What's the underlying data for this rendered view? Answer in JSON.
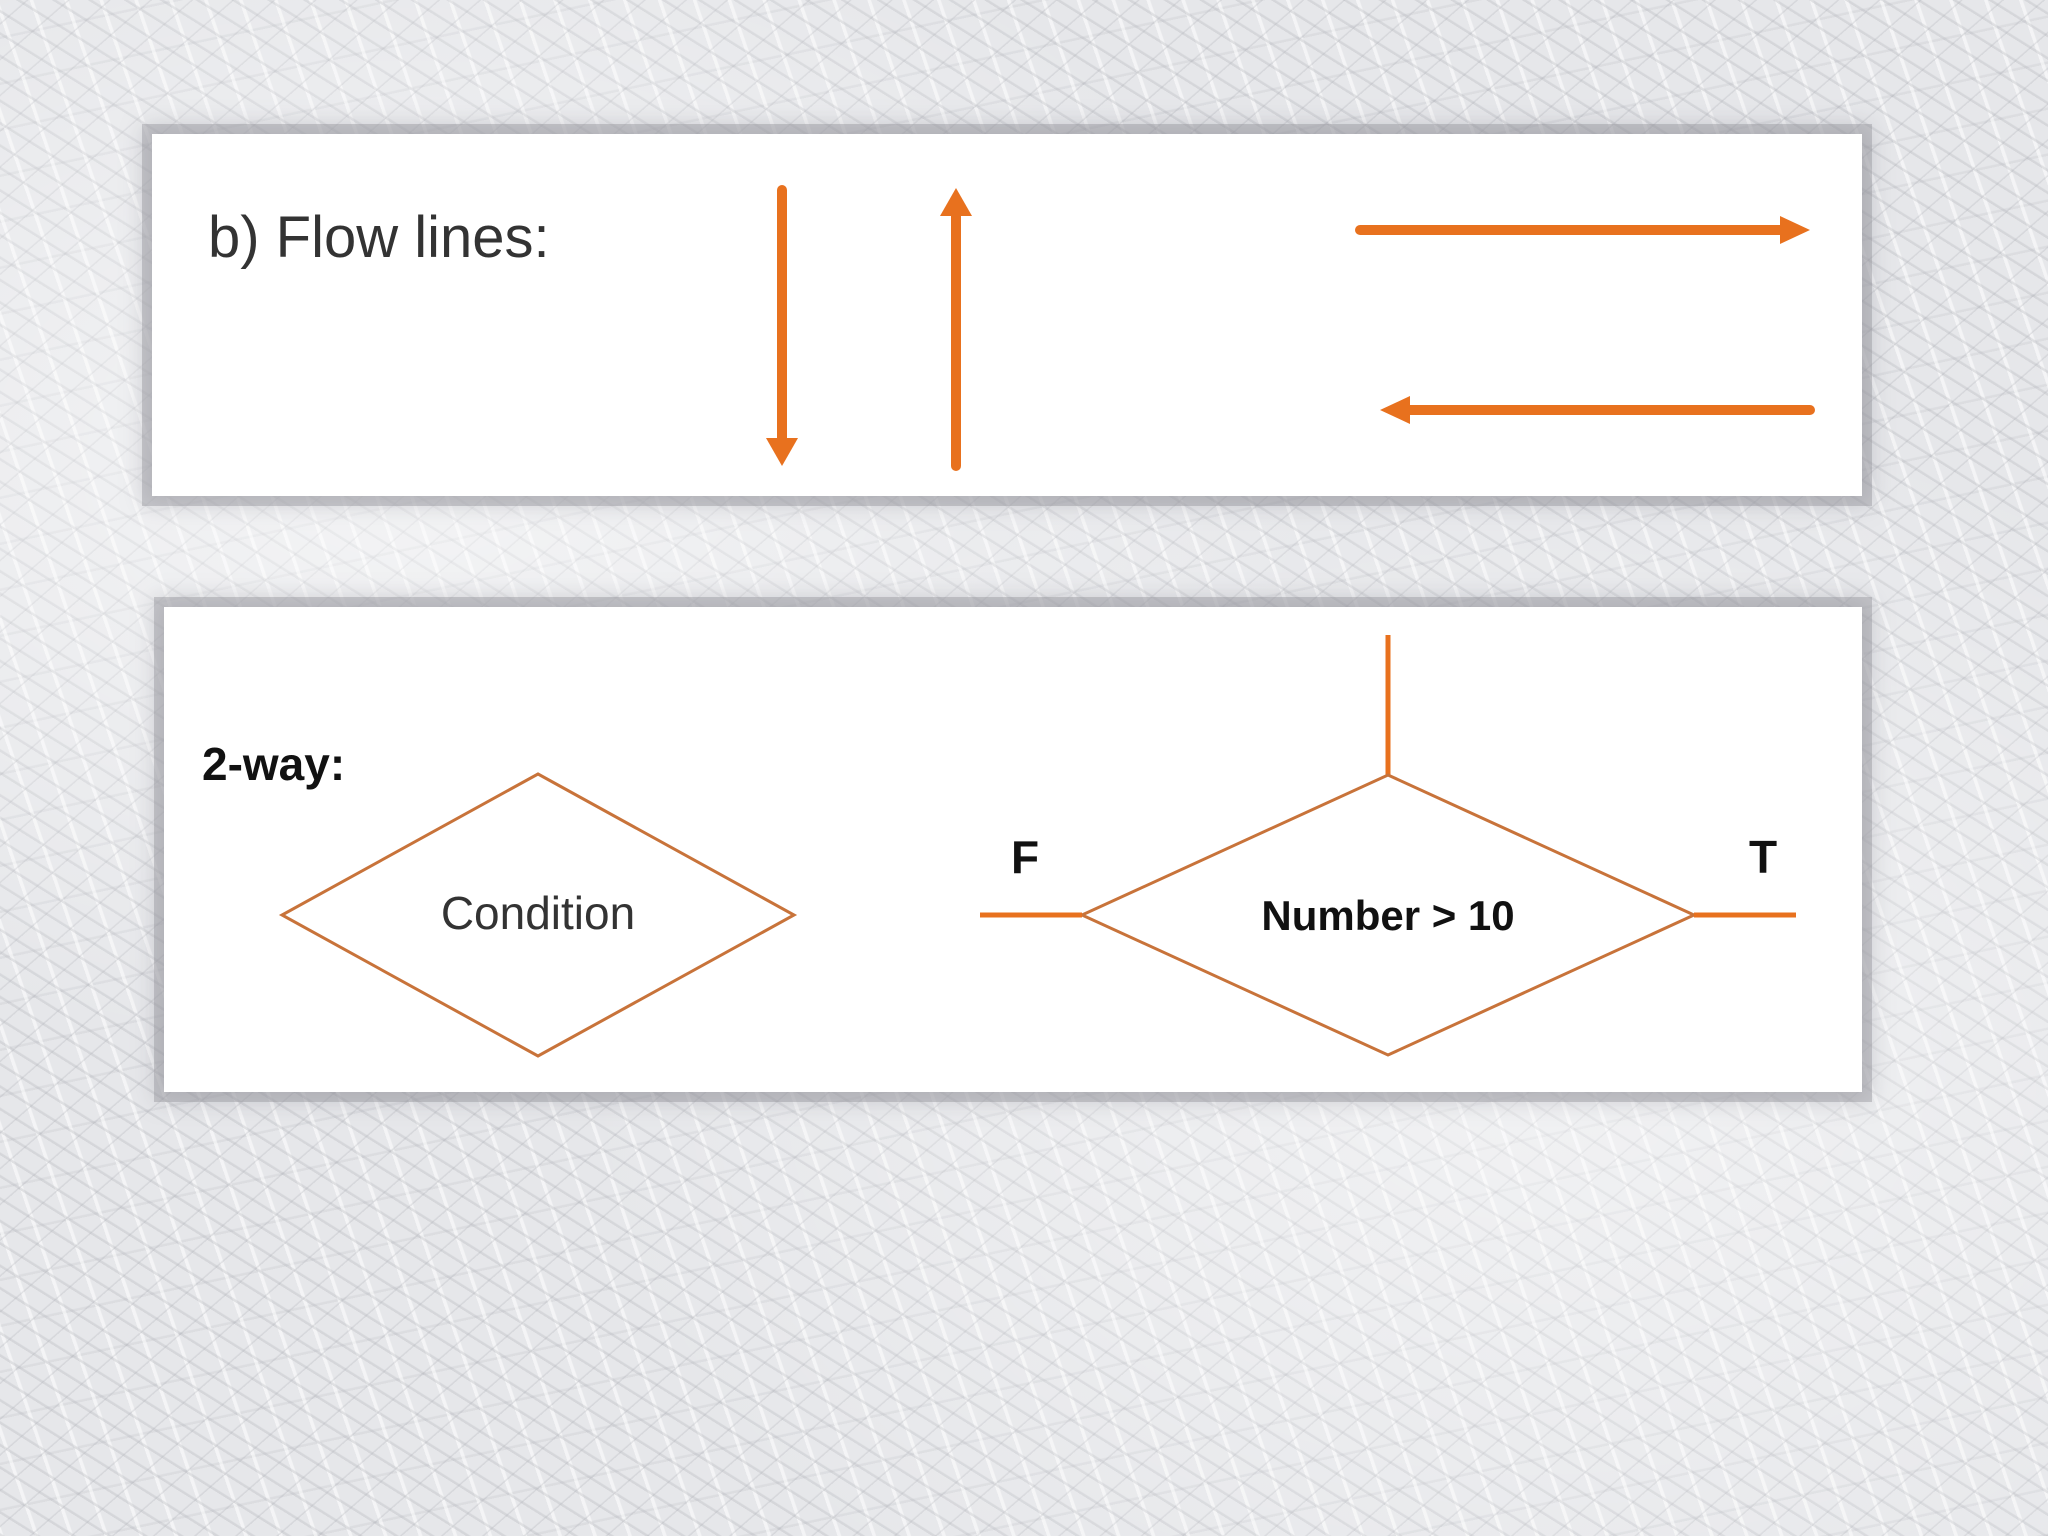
{
  "flow_lines": {
    "title": "b) Flow lines:"
  },
  "two_way": {
    "label": "2-way:",
    "condition_text": "Condition",
    "example_condition": "Number > 10",
    "false_label": "F",
    "true_label": "T"
  },
  "colors": {
    "arrow": "#e8711e",
    "diamond_outline": "#c8733a",
    "panel_background": "#ffffff",
    "title_text": "#333333"
  },
  "icons": {
    "down_arrow": "arrow-down-icon",
    "up_arrow": "arrow-up-icon",
    "right_arrow": "arrow-right-icon",
    "left_arrow": "arrow-left-icon"
  }
}
